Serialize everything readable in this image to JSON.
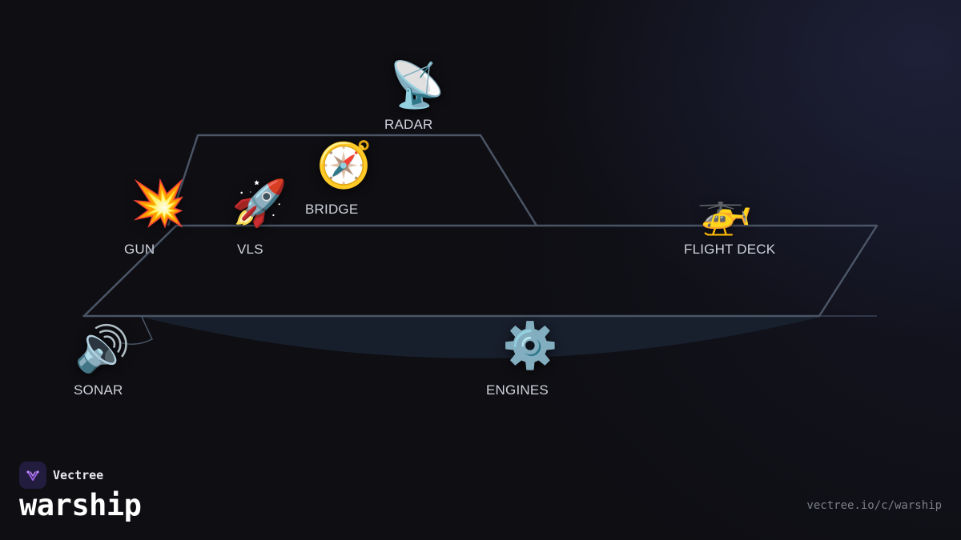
{
  "diagram": {
    "title": "warship",
    "parts": {
      "radar": {
        "label": "RADAR",
        "icon": "satellite-dish-icon",
        "glyph": "📡"
      },
      "bridge": {
        "label": "BRIDGE",
        "icon": "compass-icon",
        "glyph": "🧭"
      },
      "gun": {
        "label": "GUN",
        "icon": "explosion-icon",
        "glyph": "💥"
      },
      "vls": {
        "label": "VLS",
        "icon": "rocket-icon",
        "glyph": "🚀"
      },
      "flight": {
        "label": "FLIGHT DECK",
        "icon": "helicopter-icon",
        "glyph": "🚁"
      },
      "sonar": {
        "label": "SONAR",
        "icon": "speaker-icon",
        "glyph": "🔊"
      },
      "engines": {
        "label": "ENGINES",
        "icon": "gear-icon",
        "glyph": "⚙️"
      }
    }
  },
  "brand": {
    "name": "Vectree",
    "url": "vectree.io/c/warship"
  },
  "colors": {
    "background": "#0e0e13",
    "hull_stroke": "#4a5566",
    "underwater": "#1a2130",
    "logo_bg": "#221c3e",
    "logo_accent": "#9b5de5"
  }
}
